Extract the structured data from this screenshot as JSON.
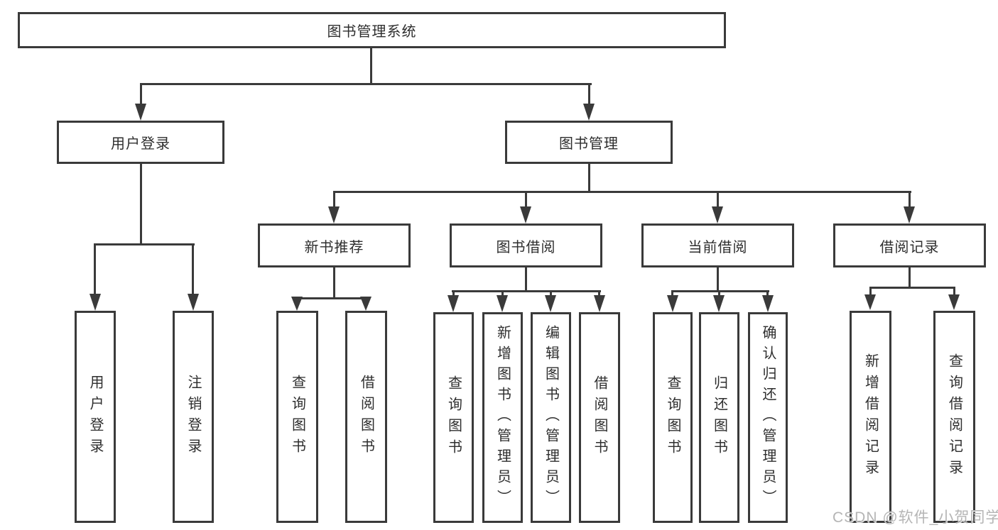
{
  "tree": {
    "root": "图书管理系统",
    "branches": [
      {
        "label": "用户登录",
        "children": [
          "用户登录",
          "注销登录"
        ]
      },
      {
        "label": "图书管理",
        "children": [
          {
            "label": "新书推荐",
            "children": [
              "查询图书",
              "借阅图书"
            ]
          },
          {
            "label": "图书借阅",
            "children": [
              "查询图书",
              "新增图书（管理员）",
              "编辑图书（管理员）",
              "借阅图书"
            ]
          },
          {
            "label": "当前借阅",
            "children": [
              "查询图书",
              "归还图书",
              "确认归还（管理员）"
            ]
          },
          {
            "label": "借阅记录",
            "children": [
              "新增借阅记录",
              "查询借阅记录"
            ]
          }
        ]
      }
    ]
  },
  "watermark": "CSDN @软件_小贺同学",
  "colors": {
    "line": "#3a3a3a",
    "text": "#2e2e2e",
    "watermark": "#b5b5b5",
    "background": "#ffffff"
  }
}
